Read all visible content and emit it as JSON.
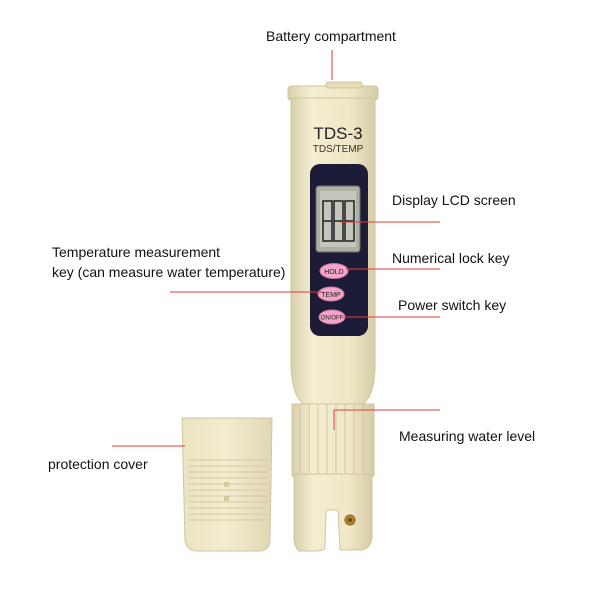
{
  "device": {
    "model": "TDS-3",
    "mode_label": "TDS/TEMP",
    "buttons": [
      "HOLD",
      "TEMP",
      "ON/OFF"
    ]
  },
  "annotations": {
    "battery": "Battery compartment",
    "display": "Display LCD screen",
    "temperature_line1": "Temperature measurement",
    "temperature_line2": "key (can measure water temperature)",
    "numerical_lock": "Numerical lock key",
    "power": "Power switch key",
    "water_level": "Measuring water level",
    "cover": "protection cover"
  },
  "colors": {
    "body": "#efe7c6",
    "body_shade": "#d9d0ab",
    "leader_line": "#e23a3a",
    "panel": "#1c1c38",
    "button": "#f3a6c9"
  }
}
